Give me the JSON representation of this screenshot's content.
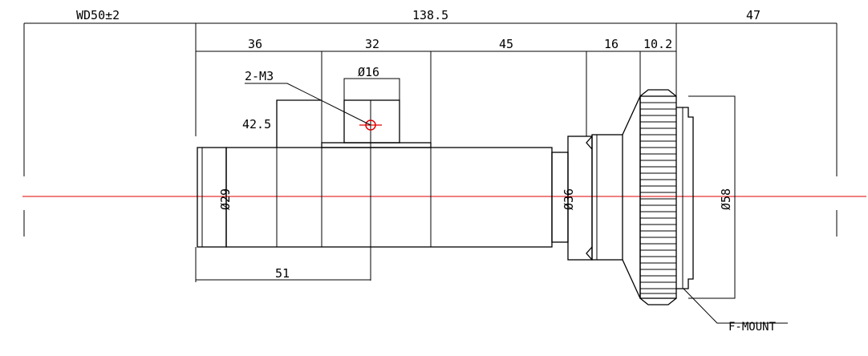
{
  "dimensions": {
    "working_distance": "WD50±2",
    "overall_length": "138.5",
    "back_length": "47",
    "seg_1": "36",
    "seg_2": "32",
    "seg_3": "45",
    "seg_4": "16",
    "seg_5": "10.2",
    "height_to_mount": "42.5",
    "length_to_screw": "51"
  },
  "diameters": {
    "screw_boss": "Ø16",
    "front": "Ø29",
    "rear_barrel": "Ø36",
    "mount_flange": "Ø58"
  },
  "labels": {
    "screw": "2-M3",
    "mount": "F-MOUNT"
  },
  "colors": {
    "line": "#000000",
    "optical_axis": "#e00000"
  }
}
